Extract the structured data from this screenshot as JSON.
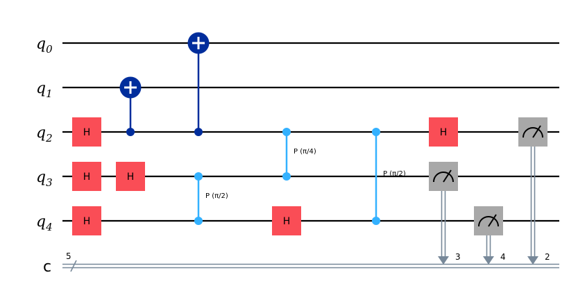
{
  "colors": {
    "wire": "#000000",
    "classical_wire": "#778899",
    "h_gate": "#FA4D56",
    "cx_gate": "#002D9C",
    "cp_gate": "#33B1FF",
    "measure_gate": "#A8A8A8"
  },
  "qubits": [
    {
      "base": "q",
      "index": "0"
    },
    {
      "base": "q",
      "index": "1"
    },
    {
      "base": "q",
      "index": "2"
    },
    {
      "base": "q",
      "index": "3"
    },
    {
      "base": "q",
      "index": "4"
    }
  ],
  "classical_register": {
    "name": "c",
    "size": "5"
  },
  "gates": [
    {
      "type": "h",
      "label": "H",
      "qubit": 2,
      "col": 0
    },
    {
      "type": "h",
      "label": "H",
      "qubit": 3,
      "col": 0
    },
    {
      "type": "h",
      "label": "H",
      "qubit": 4,
      "col": 0
    },
    {
      "type": "h",
      "label": "H",
      "qubit": 3,
      "col": 1
    },
    {
      "type": "cx",
      "control": 2,
      "target": 1,
      "col": 1
    },
    {
      "type": "cx",
      "control": 2,
      "target": 0,
      "col": 2
    },
    {
      "type": "cp",
      "qubits": [
        3,
        4
      ],
      "label": "P (π/2)",
      "col": 2
    },
    {
      "type": "cp",
      "qubits": [
        2,
        3
      ],
      "label": "P (π/4)",
      "col": 3
    },
    {
      "type": "h",
      "label": "H",
      "qubit": 4,
      "col": 3
    },
    {
      "type": "cp",
      "qubits": [
        2,
        4
      ],
      "label": "P (π/2)",
      "col": 4
    },
    {
      "type": "h",
      "label": "H",
      "qubit": 2,
      "col": 5
    },
    {
      "type": "measure",
      "qubit": 3,
      "clbit": "3",
      "col": 5
    },
    {
      "type": "measure",
      "qubit": 4,
      "clbit": "4",
      "col": 6
    },
    {
      "type": "measure",
      "qubit": 2,
      "clbit": "2",
      "col": 7
    }
  ]
}
